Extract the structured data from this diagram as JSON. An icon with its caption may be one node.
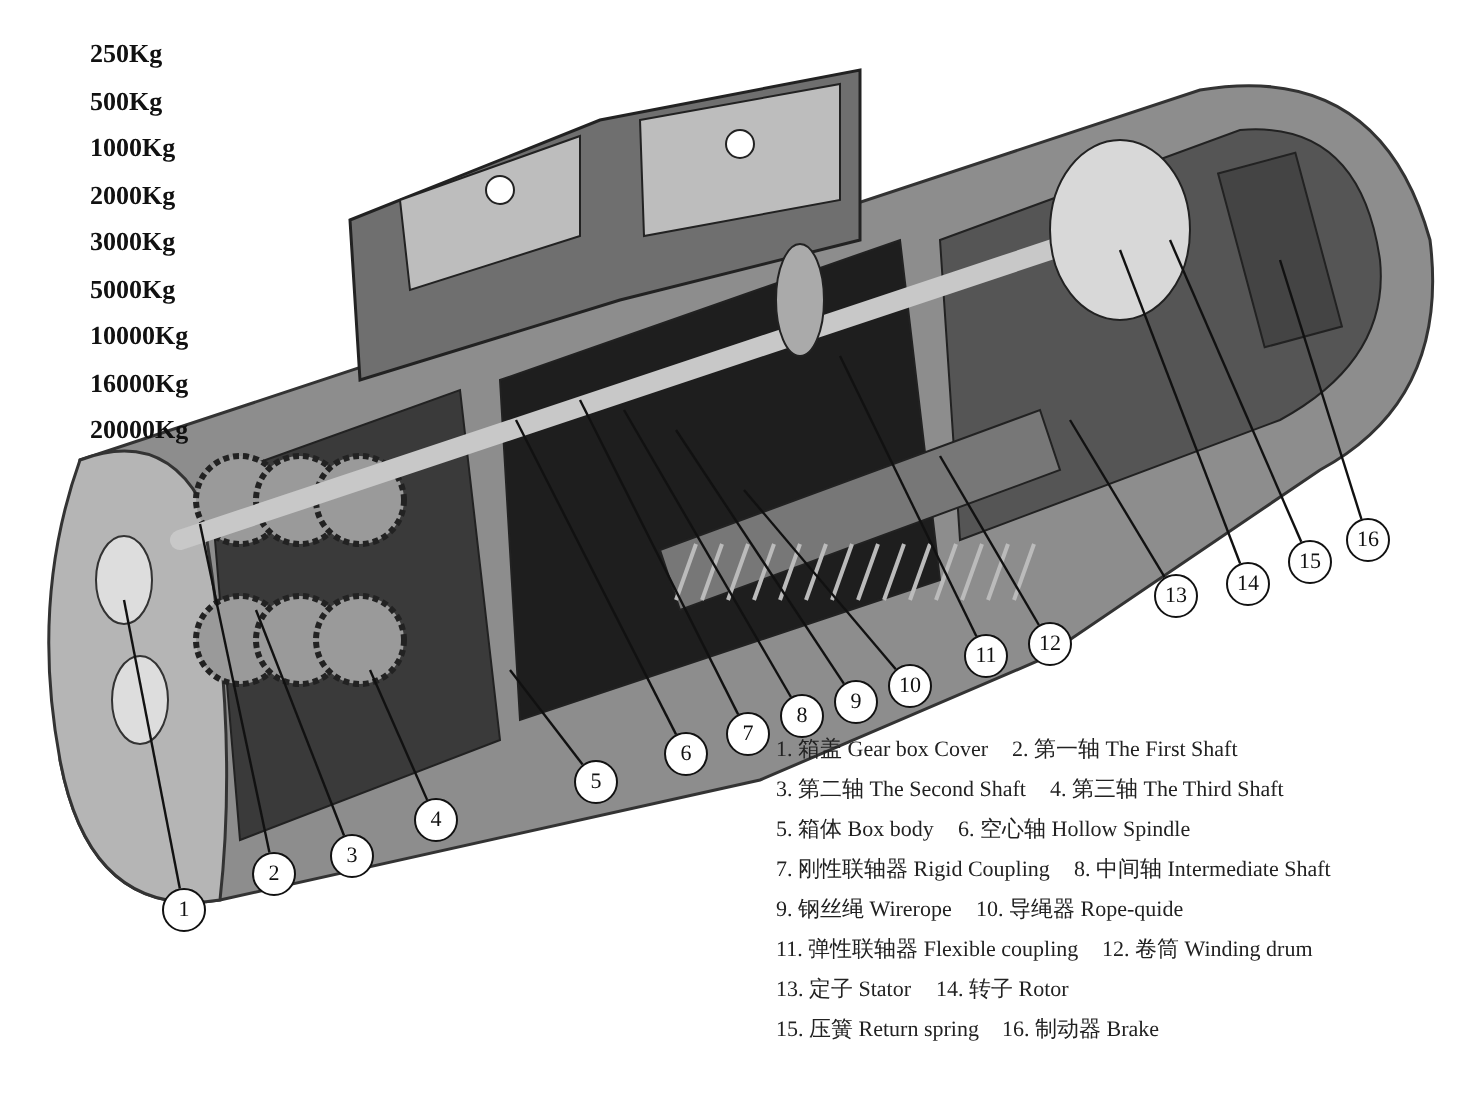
{
  "diagram": {
    "nodes": [
      {
        "text": [
          "1"
        ]
      },
      {
        "text": [
          "2"
        ]
      },
      {
        "text": [
          "3"
        ]
      },
      {
        "text": [
          "4"
        ]
      },
      {
        "text": [
          "5"
        ]
      },
      {
        "text": [
          "6"
        ]
      },
      {
        "text": [
          "7"
        ]
      },
      {
        "text": [
          "8"
        ]
      },
      {
        "text": [
          "9"
        ]
      },
      {
        "text": [
          "10"
        ]
      },
      {
        "text": [
          "11"
        ]
      },
      {
        "text": [
          "12"
        ]
      },
      {
        "text": [
          "13"
        ]
      },
      {
        "text": [
          "14"
        ]
      },
      {
        "text": [
          "15"
        ]
      },
      {
        "text": [
          "16"
        ]
      }
    ],
    "edges": [
      {
        "from": 0,
        "to": null,
        "arrow": "none"
      },
      {
        "from": 1,
        "to": null,
        "arrow": "none"
      },
      {
        "from": 2,
        "to": null,
        "arrow": "none"
      },
      {
        "from": 3,
        "to": null,
        "arrow": "none"
      },
      {
        "from": 4,
        "to": null,
        "arrow": "none"
      },
      {
        "from": 5,
        "to": null,
        "arrow": "none"
      },
      {
        "from": 6,
        "to": null,
        "arrow": "none"
      },
      {
        "from": 7,
        "to": null,
        "arrow": "none"
      },
      {
        "from": 8,
        "to": null,
        "arrow": "none"
      },
      {
        "from": 9,
        "to": null,
        "arrow": "none"
      },
      {
        "from": 10,
        "to": null,
        "arrow": "none"
      },
      {
        "from": 11,
        "to": null,
        "arrow": "none"
      },
      {
        "from": 12,
        "to": null,
        "arrow": "none"
      },
      {
        "from": 13,
        "to": null,
        "arrow": "none"
      },
      {
        "from": 14,
        "to": null,
        "arrow": "none"
      },
      {
        "from": 15,
        "to": null,
        "arrow": "none"
      }
    ],
    "labels": [
      "250Kg",
      "500Kg",
      "1000Kg",
      "2000Kg",
      "3000Kg",
      "5000Kg",
      "10000Kg",
      "16000Kg",
      "20000Kg",
      "1. 箱盖 Gear box Cover",
      "2. 第一轴 The First Shaft",
      "3. 第二轴 The Second Shaft",
      "4. 第三轴 The Third Shaft",
      "5. 箱体 Box body",
      "6. 空心轴 Hollow Spindle",
      "7. 刚性联轴器 Rigid Coupling",
      "8. 中间轴 Intermediate Shaft",
      "9. 钢丝绳 Wirerope",
      "10. 导绳器 Rope-quide",
      "11. 弹性联轴器 Flexible coupling",
      "12. 卷筒 Winding drum",
      "13. 定子 Stator",
      "14. 转子 Rotor",
      "15. 压簧 Return spring",
      "16. 制动器 Brake"
    ]
  }
}
